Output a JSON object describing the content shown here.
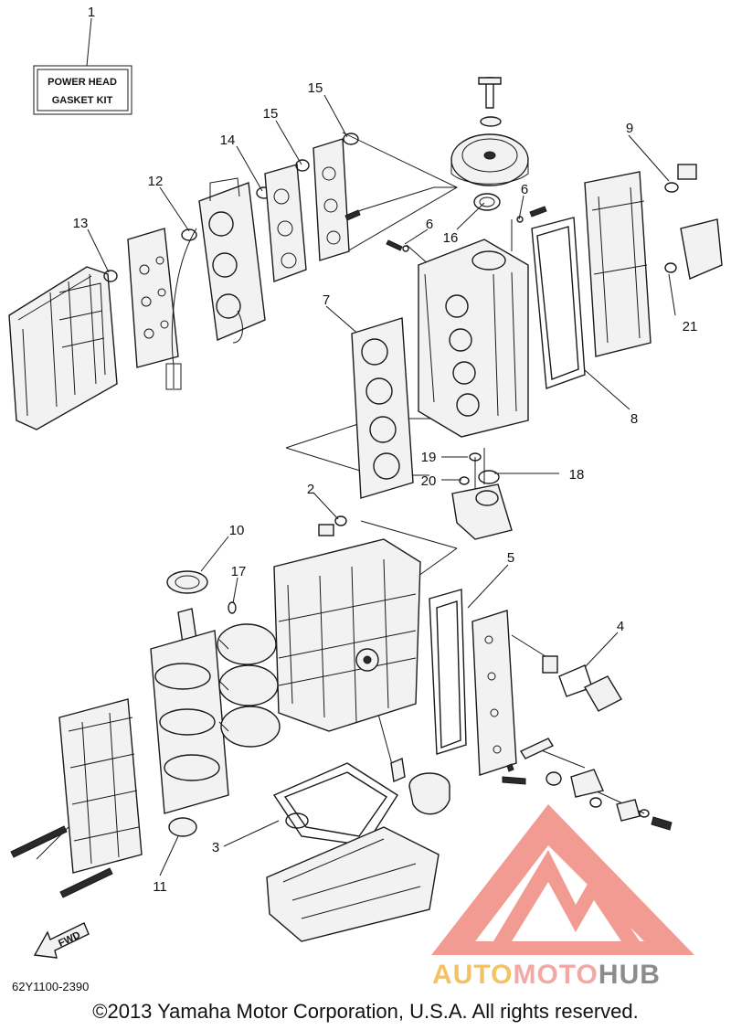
{
  "kit_label": {
    "line1": "POWER HEAD",
    "line2": "GASKET KIT"
  },
  "fwd_label": "FWD",
  "diagram_code": "62Y1100-2390",
  "copyright": "©2013 Yamaha Motor Corporation, U.S.A. All rights reserved.",
  "watermark": {
    "part1": "AUTO",
    "part2": "MOTO",
    "part3": "HUB",
    "colors": {
      "auto": "#f4c265",
      "moto": "#f2a9a4",
      "hub": "#8c8c8c",
      "triangle": "#f08a80"
    }
  },
  "callouts": [
    {
      "id": "c1",
      "label": "1"
    },
    {
      "id": "c2",
      "label": "2"
    },
    {
      "id": "c3",
      "label": "3"
    },
    {
      "id": "c4",
      "label": "4"
    },
    {
      "id": "c5",
      "label": "5"
    },
    {
      "id": "c6a",
      "label": "6"
    },
    {
      "id": "c6b",
      "label": "6"
    },
    {
      "id": "c7",
      "label": "7"
    },
    {
      "id": "c8",
      "label": "8"
    },
    {
      "id": "c9",
      "label": "9"
    },
    {
      "id": "c10",
      "label": "10"
    },
    {
      "id": "c11",
      "label": "11"
    },
    {
      "id": "c12",
      "label": "12"
    },
    {
      "id": "c13",
      "label": "13"
    },
    {
      "id": "c14",
      "label": "14"
    },
    {
      "id": "c15a",
      "label": "15"
    },
    {
      "id": "c15b",
      "label": "15"
    },
    {
      "id": "c16",
      "label": "16"
    },
    {
      "id": "c17",
      "label": "17"
    },
    {
      "id": "c18",
      "label": "18"
    },
    {
      "id": "c19",
      "label": "19"
    },
    {
      "id": "c20",
      "label": "20"
    },
    {
      "id": "c21",
      "label": "21"
    }
  ]
}
